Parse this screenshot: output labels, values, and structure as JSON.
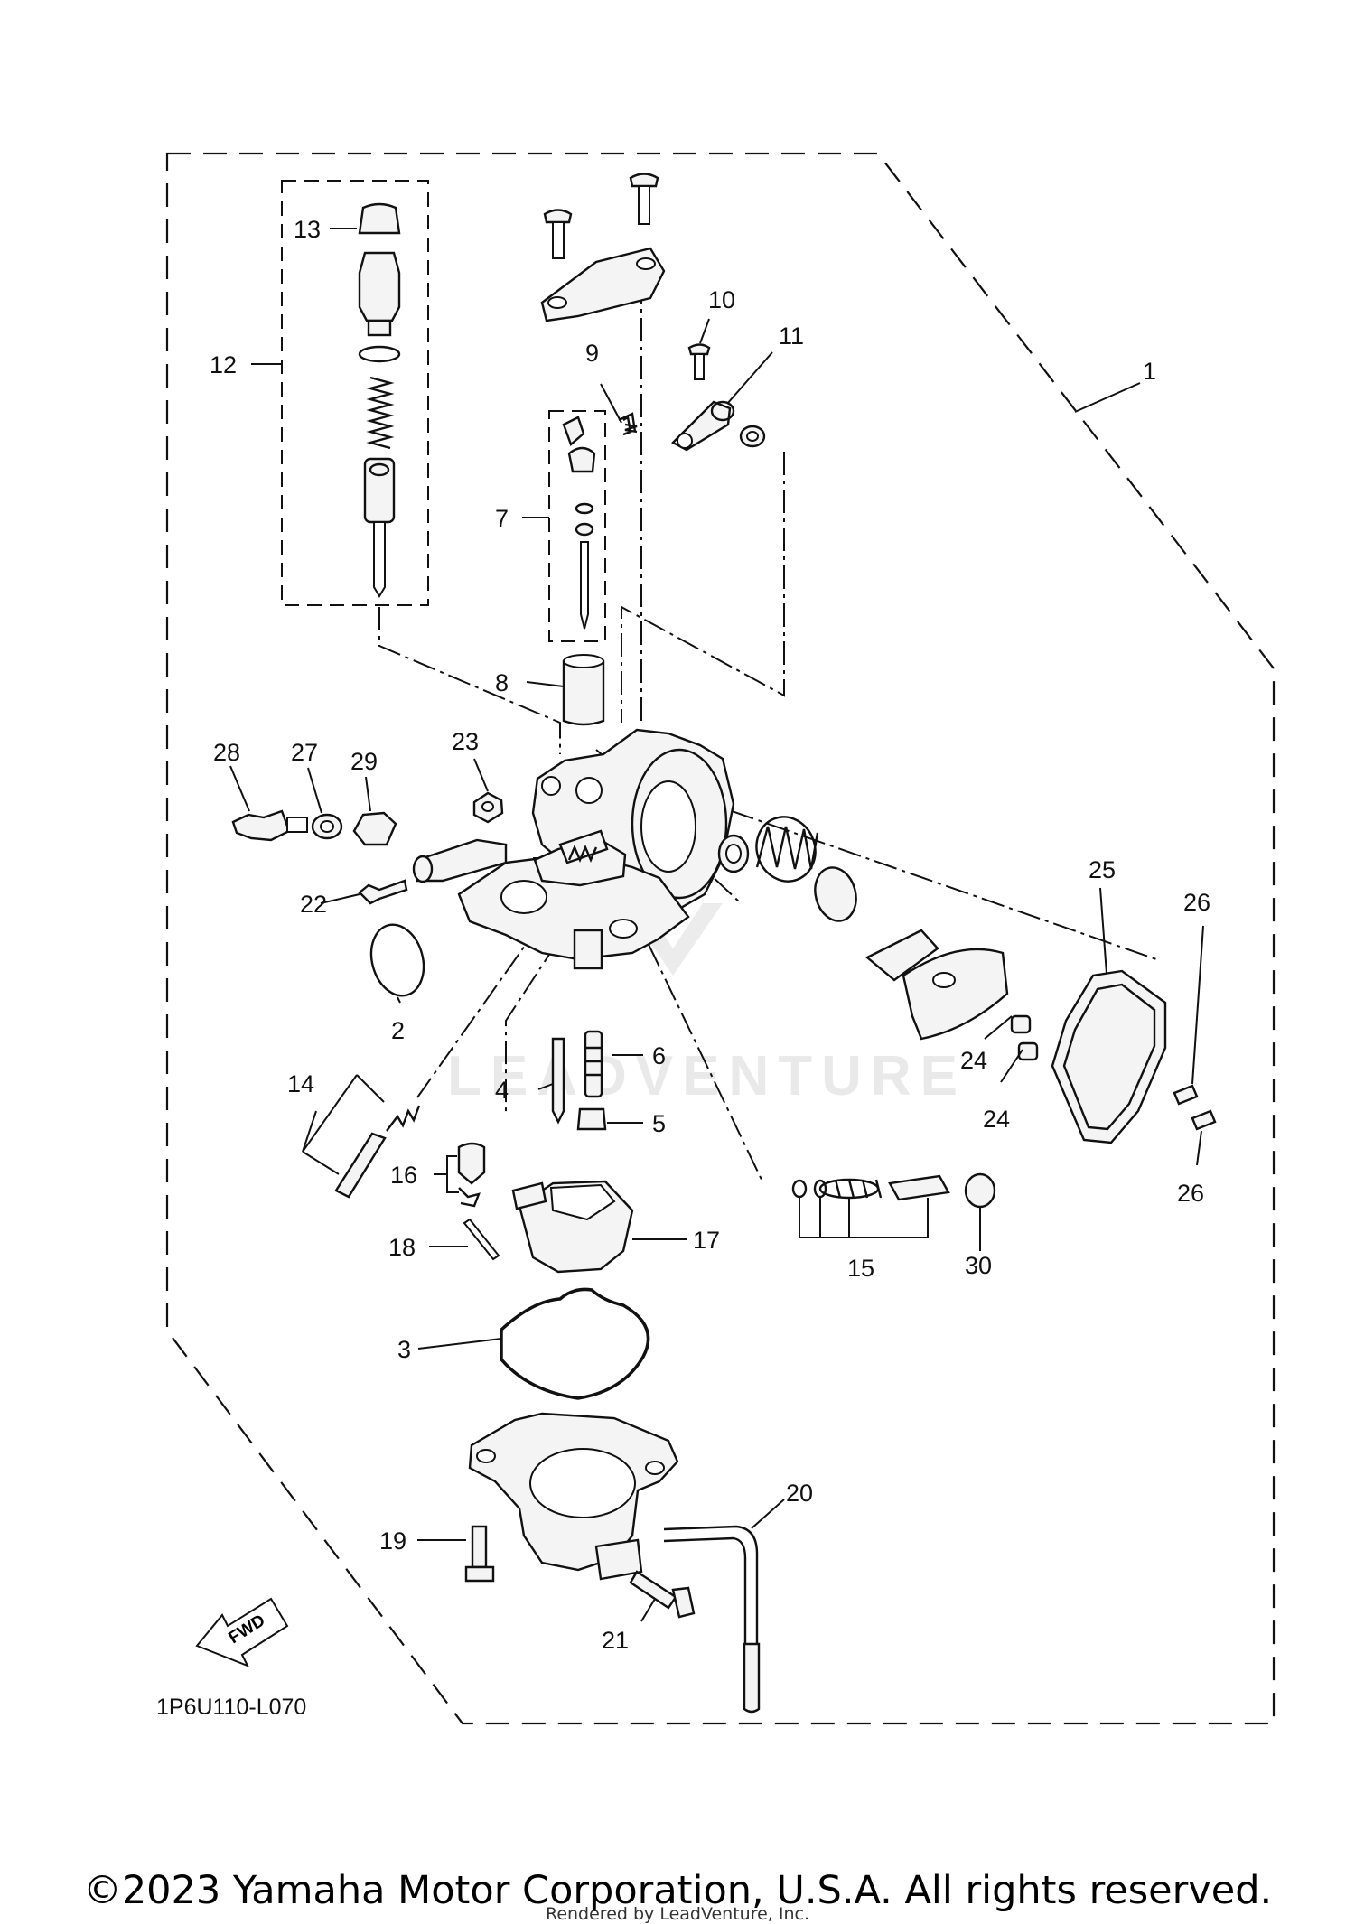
{
  "diagram": {
    "drawing_code": "1P6U110-L070",
    "fwd_label": "FWD",
    "watermark": "LEADVENTURE",
    "callouts": [
      "1",
      "2",
      "3",
      "4",
      "5",
      "6",
      "7",
      "8",
      "9",
      "10",
      "11",
      "12",
      "13",
      "14",
      "15",
      "16",
      "17",
      "18",
      "19",
      "20",
      "21",
      "22",
      "23",
      "24",
      "24",
      "25",
      "26",
      "26",
      "27",
      "28",
      "29",
      "30"
    ]
  },
  "footer": {
    "copyright": "©2023 Yamaha Motor Corporation, U.S.A. All rights reserved.",
    "rendered_by": "Rendered by LeadVenture, Inc."
  }
}
